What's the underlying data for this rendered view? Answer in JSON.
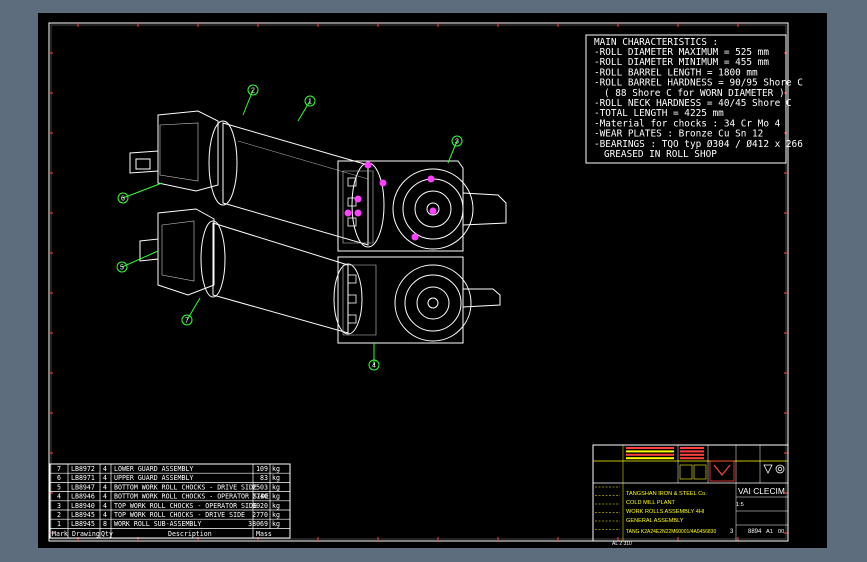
{
  "characteristics": {
    "header": "MAIN CHARACTERISTICS :",
    "lines": [
      "-ROLL DIAMETER MAXIMUM = 525 mm",
      "-ROLL DIAMETER MINIMUM = 455 mm",
      "-ROLL BARREL LENGTH = 1800 mm",
      "-ROLL BARREL HARDNESS = 90/95 Shore C",
      "( 88 Shore C for WORN DIAMETER )",
      "-ROLL NECK HARDNESS = 40/45 Shore C",
      "-TOTAL LENGTH = 4225 mm",
      "-Material for chocks : 34 Cr Mo 4",
      "-WEAR PLATES : Bronze Cu Sn 12",
      "-BEARINGS : TQO typ Ø304 / Ø412 x 266",
      "GREASED IN ROLL SHOP"
    ]
  },
  "balloons": [
    "1",
    "2",
    "3",
    "4",
    "5",
    "6",
    "7"
  ],
  "parts_list": {
    "rows": [
      {
        "mark": "7",
        "drawing": "LB8972",
        "qty": "4",
        "description": "LOWER GUARD ASSEMBLY",
        "mass": "109",
        "unit": "kg"
      },
      {
        "mark": "6",
        "drawing": "LB8971",
        "qty": "4",
        "description": "UPPER GUARD ASSEMBLY",
        "mass": "83",
        "unit": "kg"
      },
      {
        "mark": "5",
        "drawing": "LB8947",
        "qty": "4",
        "description": "BOTTOM WORK ROLL CHOCKS - DRIVE SIDE",
        "mass": "2503",
        "unit": "kg"
      },
      {
        "mark": "4",
        "drawing": "LB8946",
        "qty": "4",
        "description": "BOTTOM WORK ROLL CHOCKS - OPERATOR SIDE",
        "mass": "2740",
        "unit": "kg"
      },
      {
        "mark": "3",
        "drawing": "LB8940",
        "qty": "4",
        "description": "TOP WORK ROLL CHOCKS - OPERATOR SIDE",
        "mass": "3020",
        "unit": "kg"
      },
      {
        "mark": "2",
        "drawing": "LB8945",
        "qty": "4",
        "description": "TOP WORK ROLL CHOCKS - DRIVE SIDE",
        "mass": "2770",
        "unit": "kg"
      },
      {
        "mark": "1",
        "drawing": "LB8945",
        "qty": "8",
        "description": "WORK ROLL SUB-ASSEMBLY",
        "mass": "38069",
        "unit": "kg"
      }
    ],
    "headers": {
      "mark": "Mark",
      "drawing": "Drawing",
      "qty": "Qty",
      "description": "Description",
      "mass": "Mass"
    }
  },
  "title_block": {
    "company": "VAI CLECIM",
    "customer": "TANGSHAN IRON & STEEL Co.",
    "plant": "COLD MILL PLANT",
    "title1": "WORK ROLLS ASSEMBLY 4HI",
    "title2": "GENERAL ASSEMBLY",
    "drawing_no": "TANG K2A24E2N22M60001/4A0456830",
    "sheet": "3",
    "code": "8894",
    "format": "A1",
    "rev": "00",
    "scale": "1:5"
  },
  "footer_note": "AL 2 310"
}
